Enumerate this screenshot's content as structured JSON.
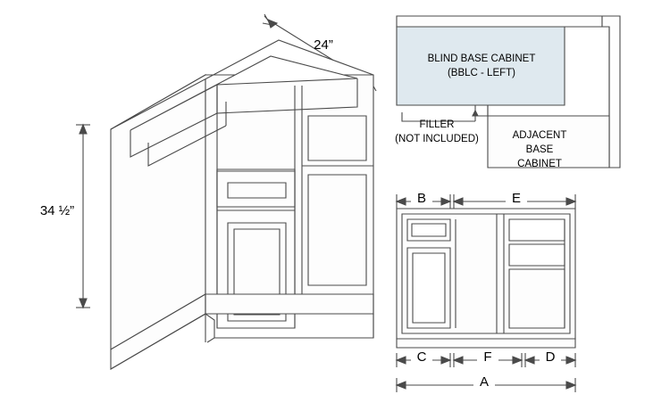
{
  "diagram": {
    "title": "Blind Base Cabinet (BBLC - Left) specification drawing",
    "labels": {
      "width_top": "24”",
      "height_left": "34 ½”",
      "blind_base_line1": "BLIND BASE CABINET",
      "blind_base_line2": "(BBLC - LEFT)",
      "filler_line1": "FILLER",
      "filler_line2": "(NOT INCLUDED)",
      "adjacent_line1": "ADJACENT",
      "adjacent_line2": "BASE",
      "adjacent_line3": "CABINET",
      "dim_b": "B",
      "dim_e": "E",
      "dim_c": "C",
      "dim_f": "F",
      "dim_d": "D",
      "dim_a": "A"
    },
    "colors": {
      "line": "#4a4a4a",
      "blind_fill": "#dfe9ef",
      "background": "#ffffff",
      "text": "#000000"
    }
  }
}
